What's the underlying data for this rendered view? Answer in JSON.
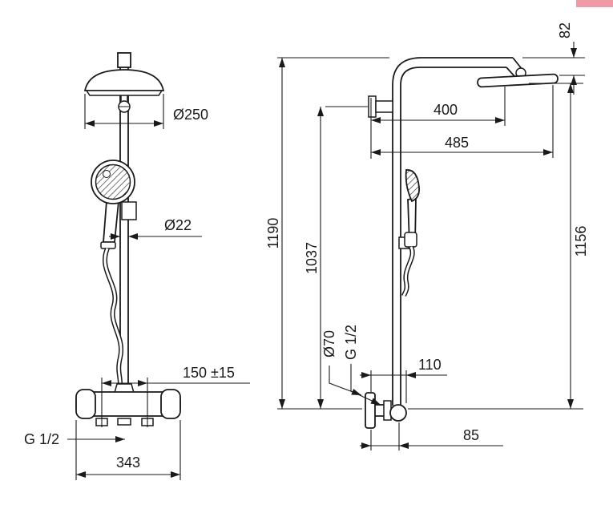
{
  "page": {
    "type": "technical-dimension-drawing",
    "subject": "shower-column-with-hand-shower",
    "line_color": "#1a1a1a",
    "background_color": "#ffffff",
    "corner_artifact_color": "#ef9aa6"
  },
  "front_view": {
    "dims": {
      "head_diameter": "Ø250",
      "riser_diameter": "Ø22",
      "inlet_spacing": "150 ±15",
      "supply_thread": "G 1/2",
      "body_width": "343"
    }
  },
  "side_view": {
    "dims": {
      "head_drop": "82",
      "wall_to_head_center": "400",
      "wall_to_head_edge": "485",
      "total_height": "1190",
      "bracket_height": "1037",
      "head_height": "1156",
      "escutcheon_diameter": "Ø70",
      "outlet_thread": "G 1/2",
      "wall_to_outlet": "110",
      "outlet_offset": "85"
    }
  }
}
